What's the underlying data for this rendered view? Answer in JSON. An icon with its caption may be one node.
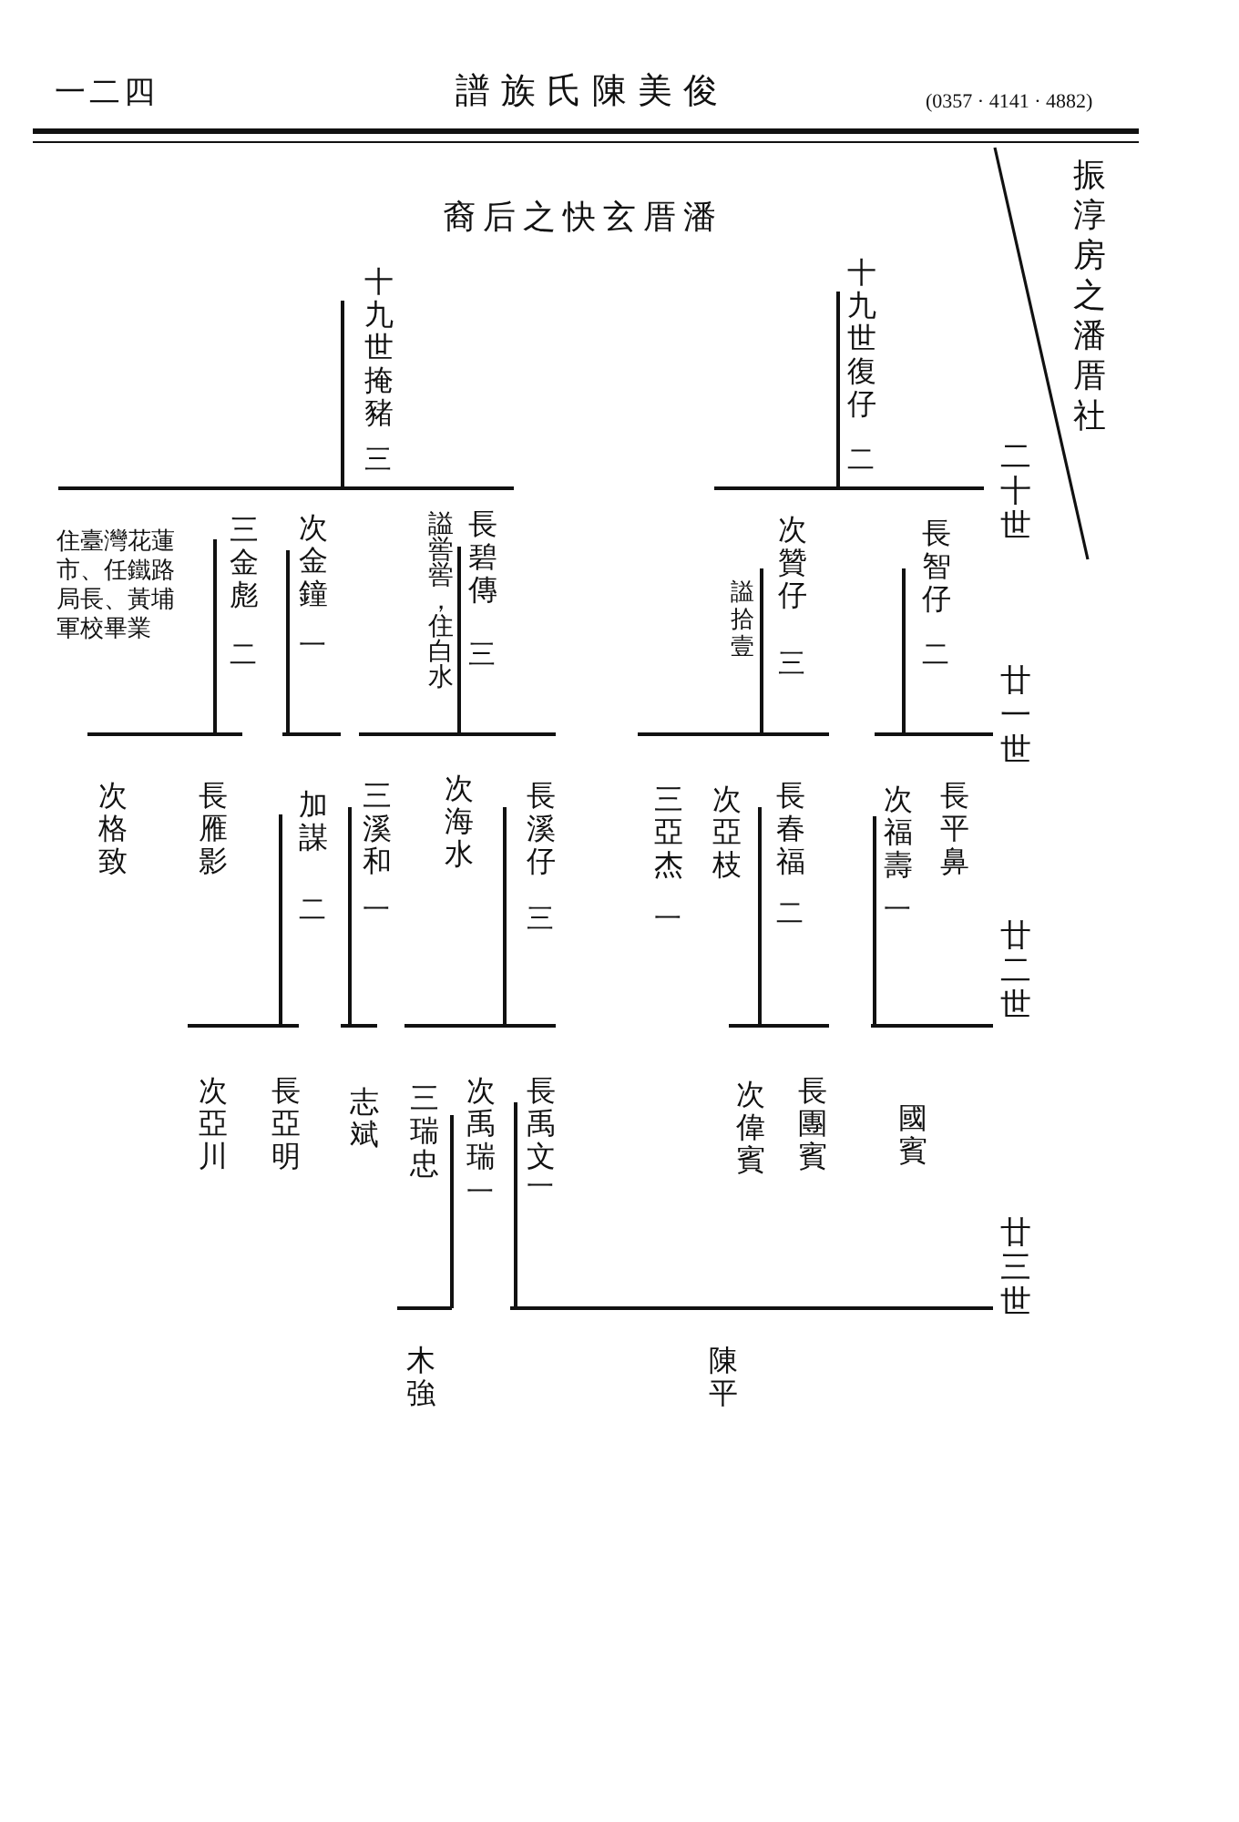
{
  "diagram": {
    "title": "譜族氏陳美俊",
    "nodes": [
      {
        "text": [
          "十九世掩豬",
          "三"
        ]
      },
      {
        "text": [
          "十九世復仔",
          "二"
        ]
      },
      {
        "text": [
          "長碧傳",
          "三"
        ],
        "beside": [
          "謚喾喾，住白水"
        ]
      },
      {
        "text": [
          "次金鐘",
          "一"
        ]
      },
      {
        "text": [
          "三金彪",
          "二"
        ],
        "beside": [
          "住臺灣花蓮市、任鐵路局長、黃埔軍校畢業"
        ]
      },
      {
        "text": [
          "次贊仔",
          "三"
        ],
        "beside": [
          "謚拾壹"
        ]
      },
      {
        "text": [
          "長智仔",
          "二"
        ]
      },
      {
        "text": [
          "長溪仔",
          "三"
        ]
      },
      {
        "text": [
          "次海水"
        ]
      },
      {
        "text": [
          "三溪和",
          "一"
        ]
      },
      {
        "text": [
          "加謀",
          "二"
        ]
      },
      {
        "text": [
          "長雁影"
        ]
      },
      {
        "text": [
          "次格致"
        ]
      },
      {
        "text": [
          "三亞杰",
          "一"
        ]
      },
      {
        "text": [
          "次亞枝"
        ]
      },
      {
        "text": [
          "長春福",
          "二"
        ]
      },
      {
        "text": [
          "次福壽",
          "一"
        ]
      },
      {
        "text": [
          "長平鼻"
        ]
      },
      {
        "text": [
          "長禹文",
          "一"
        ]
      },
      {
        "text": [
          "次禹瑞",
          "一"
        ]
      },
      {
        "text": [
          "三瑞忠"
        ]
      },
      {
        "text": [
          "志斌"
        ]
      },
      {
        "text": [
          "長亞明"
        ]
      },
      {
        "text": [
          "次亞川"
        ]
      },
      {
        "text": [
          "長團賓"
        ]
      },
      {
        "text": [
          "次偉賓"
        ]
      },
      {
        "text": [
          "國賓"
        ]
      },
      {
        "text": [
          "木強"
        ]
      },
      {
        "text": [
          "陳平"
        ]
      }
    ],
    "edges": [
      {
        "from": 0,
        "to": 2,
        "arrow": "none"
      },
      {
        "from": 0,
        "to": 3,
        "arrow": "none"
      },
      {
        "from": 0,
        "to": 4,
        "arrow": "none"
      },
      {
        "from": 1,
        "to": 5,
        "arrow": "none"
      },
      {
        "from": 1,
        "to": 6,
        "arrow": "none"
      },
      {
        "from": 2,
        "to": 7,
        "arrow": "none"
      },
      {
        "from": 2,
        "to": 8,
        "arrow": "none"
      },
      {
        "from": 2,
        "to": 9,
        "arrow": "none"
      },
      {
        "from": 3,
        "to": 10,
        "arrow": "none"
      },
      {
        "from": 4,
        "to": 11,
        "arrow": "none"
      },
      {
        "from": 4,
        "to": 12,
        "arrow": "none"
      },
      {
        "from": 5,
        "to": 13,
        "arrow": "none"
      },
      {
        "from": 5,
        "to": 14,
        "arrow": "none"
      },
      {
        "from": 5,
        "to": 15,
        "arrow": "none"
      },
      {
        "from": 6,
        "to": 16,
        "arrow": "none"
      },
      {
        "from": 6,
        "to": 17,
        "arrow": "none"
      },
      {
        "from": 7,
        "to": 18,
        "arrow": "none"
      },
      {
        "from": 7,
        "to": 19,
        "arrow": "none"
      },
      {
        "from": 7,
        "to": 20,
        "arrow": "none"
      },
      {
        "from": 9,
        "to": 21,
        "arrow": "none"
      },
      {
        "from": 10,
        "to": 22,
        "arrow": "none"
      },
      {
        "from": 10,
        "to": 23,
        "arrow": "none"
      },
      {
        "from": 15,
        "to": 24,
        "arrow": "none"
      },
      {
        "from": 15,
        "to": 25,
        "arrow": "none"
      },
      {
        "from": 16,
        "to": 26,
        "arrow": "none"
      },
      {
        "from": 18,
        "to": 28,
        "arrow": "none"
      },
      {
        "from": 19,
        "to": 27,
        "arrow": "none"
      }
    ],
    "labels": [
      "一二四",
      "(0357 · 4141 · 4882)",
      "裔后之快玄厝潘",
      "振淳房之潘厝社",
      "二十世",
      "廿一世",
      "廿二世",
      "廿三世"
    ]
  }
}
